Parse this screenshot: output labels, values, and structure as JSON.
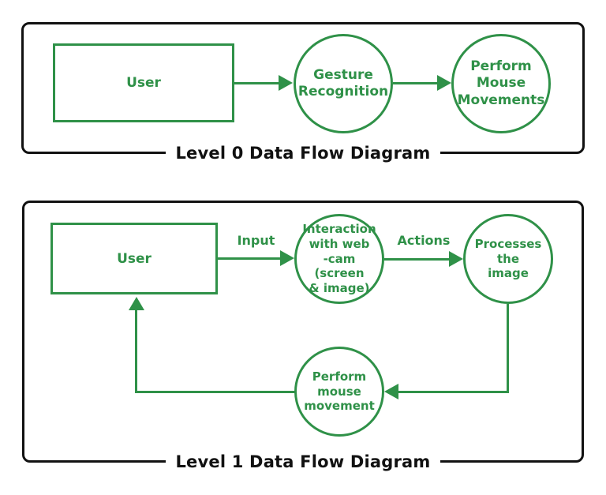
{
  "colors": {
    "green": "#2f9148",
    "black": "#111111",
    "background": "#ffffff"
  },
  "level0": {
    "caption": "Level 0 Data Flow Diagram",
    "user_label": "User",
    "gesture_process_label": "Gesture\nRecognition",
    "mouse_process_label": "Perform\nMouse\nMovements"
  },
  "level1": {
    "caption": "Level 1 Data Flow Diagram",
    "user_label": "User",
    "input_flow_label": "Input",
    "actions_flow_label": "Actions",
    "interaction_process_label": "Interaction\nwith web\n-cam (screen\n& image)",
    "processes_image_label": "Processes\nthe\nimage",
    "perform_mouse_label": "Perform\nmouse\nmovement"
  }
}
